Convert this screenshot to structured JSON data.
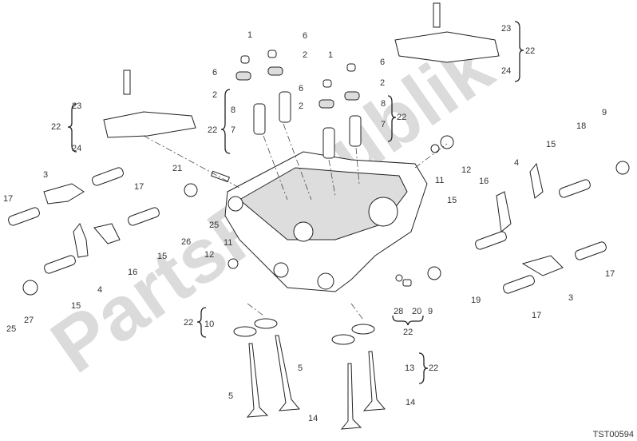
{
  "watermark": "PartsRepublik",
  "diagram_code": "TST00594",
  "callouts": [
    "1",
    "6",
    "2",
    "6",
    "2",
    "8",
    "7",
    "22",
    "1",
    "6",
    "6",
    "2",
    "2",
    "8",
    "7",
    "22",
    "23",
    "22",
    "24",
    "23",
    "22",
    "24",
    "9",
    "18",
    "15",
    "4",
    "16",
    "15",
    "12",
    "11",
    "21",
    "3",
    "17",
    "17",
    "25",
    "26",
    "15",
    "16",
    "11",
    "12",
    "4",
    "27",
    "15",
    "25",
    "19",
    "9",
    "28",
    "20",
    "22",
    "3",
    "17",
    "17",
    "22",
    "10",
    "5",
    "5",
    "13",
    "22",
    "14",
    "14"
  ]
}
